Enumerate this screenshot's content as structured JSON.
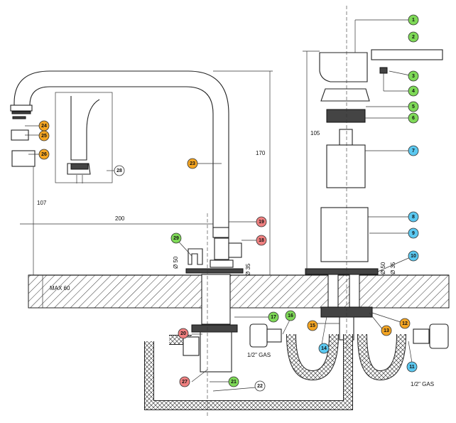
{
  "dimensions": {
    "d170": "170",
    "d107": "107",
    "d200": "200",
    "d105": "105",
    "d50a": "Ø 50",
    "d35a": "Ø 35",
    "d50b": "Ø 50",
    "d35b": "Ø 35",
    "max_thickness": "MAX 60",
    "gas_left": "1/2\" GAS",
    "gas_right": "1/2\" GAS"
  },
  "callouts": [
    {
      "n": "1",
      "color": "#7ed957"
    },
    {
      "n": "2",
      "color": "#7ed957"
    },
    {
      "n": "3",
      "color": "#7ed957"
    },
    {
      "n": "4",
      "color": "#7ed957"
    },
    {
      "n": "5",
      "color": "#7ed957"
    },
    {
      "n": "6",
      "color": "#7ed957"
    },
    {
      "n": "7",
      "color": "#5bc8f0"
    },
    {
      "n": "8",
      "color": "#5bc8f0"
    },
    {
      "n": "9",
      "color": "#5bc8f0"
    },
    {
      "n": "10",
      "color": "#5bc8f0"
    },
    {
      "n": "11",
      "color": "#5bc8f0"
    },
    {
      "n": "12",
      "color": "#f5a623"
    },
    {
      "n": "13",
      "color": "#f5a623"
    },
    {
      "n": "14",
      "color": "#5bc8f0"
    },
    {
      "n": "15",
      "color": "#f5a623"
    },
    {
      "n": "16",
      "color": "#7ed957"
    },
    {
      "n": "17",
      "color": "#7ed957"
    },
    {
      "n": "18",
      "color": "#f08080"
    },
    {
      "n": "19",
      "color": "#f08080"
    },
    {
      "n": "20",
      "color": "#f08080"
    },
    {
      "n": "21",
      "color": "#7ed957"
    },
    {
      "n": "22",
      "color": "#ffffff"
    },
    {
      "n": "23",
      "color": "#f5a623"
    },
    {
      "n": "24",
      "color": "#f5a623"
    },
    {
      "n": "25",
      "color": "#f5a623"
    },
    {
      "n": "26",
      "color": "#f5a623"
    },
    {
      "n": "27",
      "color": "#f08080"
    },
    {
      "n": "28",
      "color": "#ffffff"
    },
    {
      "n": "29",
      "color": "#7ed957"
    }
  ]
}
